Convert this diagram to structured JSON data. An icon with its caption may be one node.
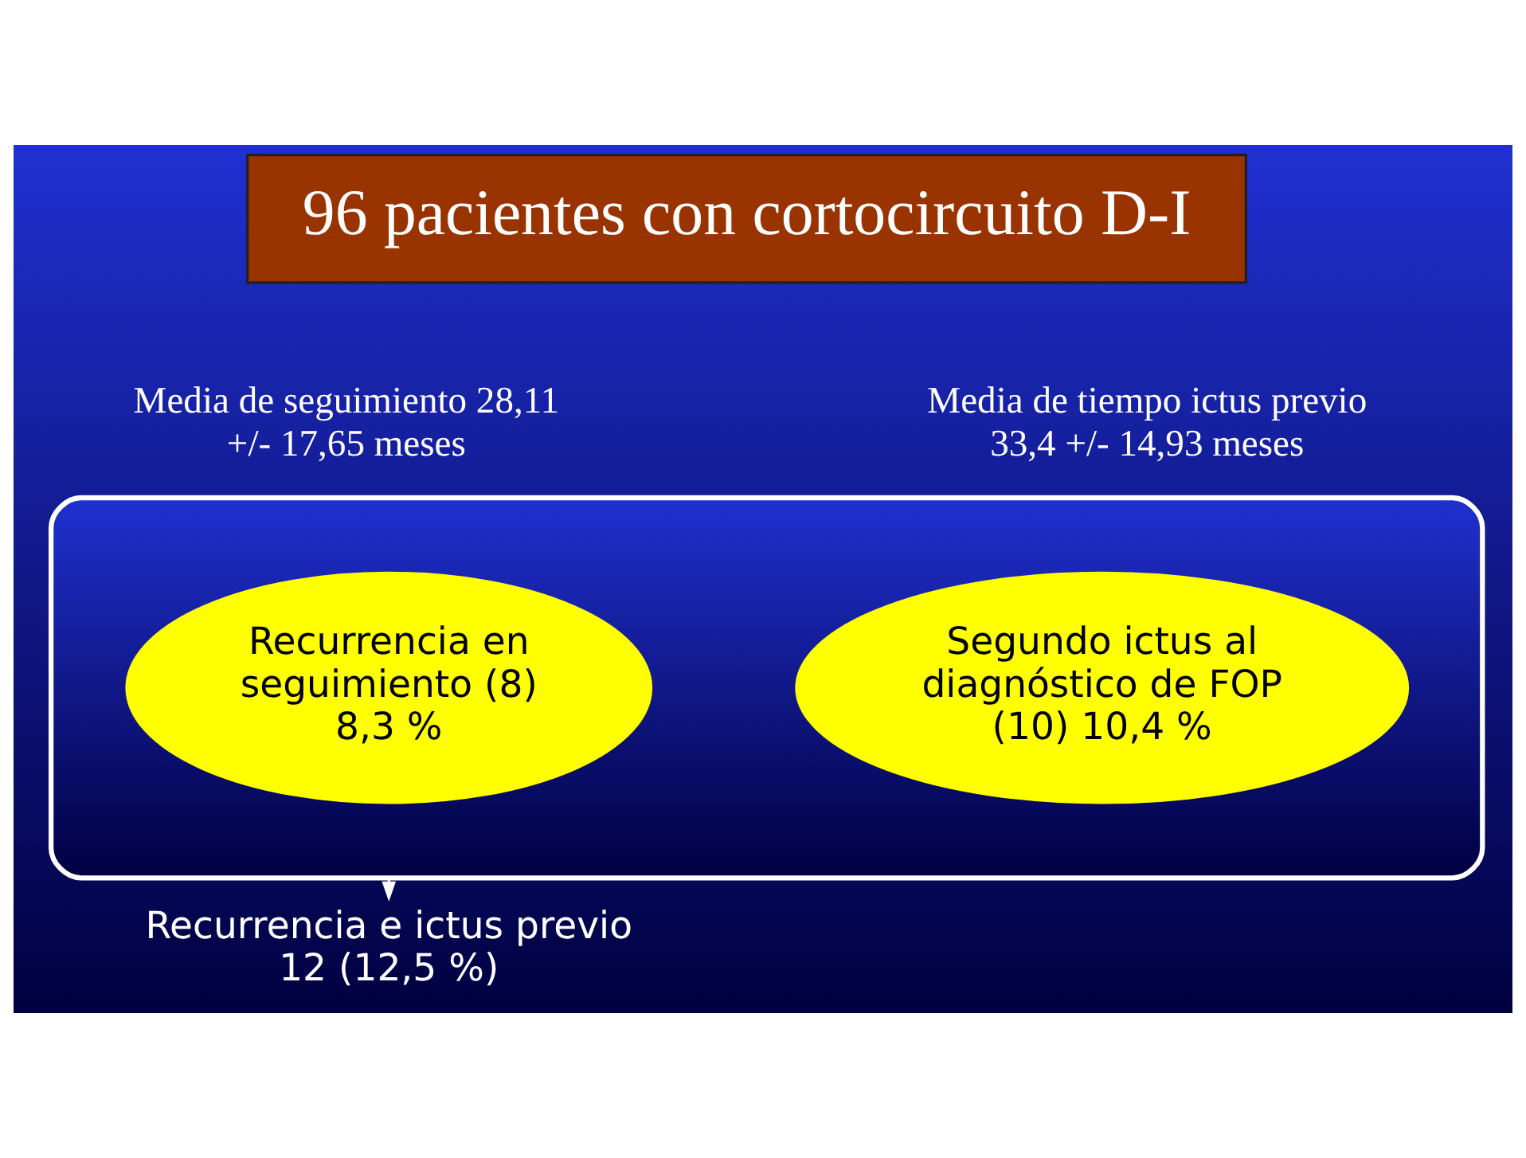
{
  "diagram": {
    "nodes": [
      {
        "text": [
          "96 pacientes con cortocircuito D-I"
        ]
      },
      {
        "text": [],
        "shape": "ellipse"
      },
      {
        "text": [
          "Recurrencia en seguimiento (8) 8,3 %"
        ],
        "in": 1
      },
      {
        "text": [
          "Segundo ictus al diagnóstico de FOP (10) 10,4 %"
        ],
        "in": 1
      },
      {
        "text": [
          "Recurrencia e ictus previo 12 (12,5 %)"
        ]
      }
    ],
    "edges": [
      {
        "from": 1,
        "to": 4,
        "arrow": "to"
      }
    ],
    "labels": [
      "Media de seguimiento 28,11 +/- 17,65 meses",
      "Media de tiempo ictus previo 33,4 +/- 14,93 meses"
    ]
  }
}
